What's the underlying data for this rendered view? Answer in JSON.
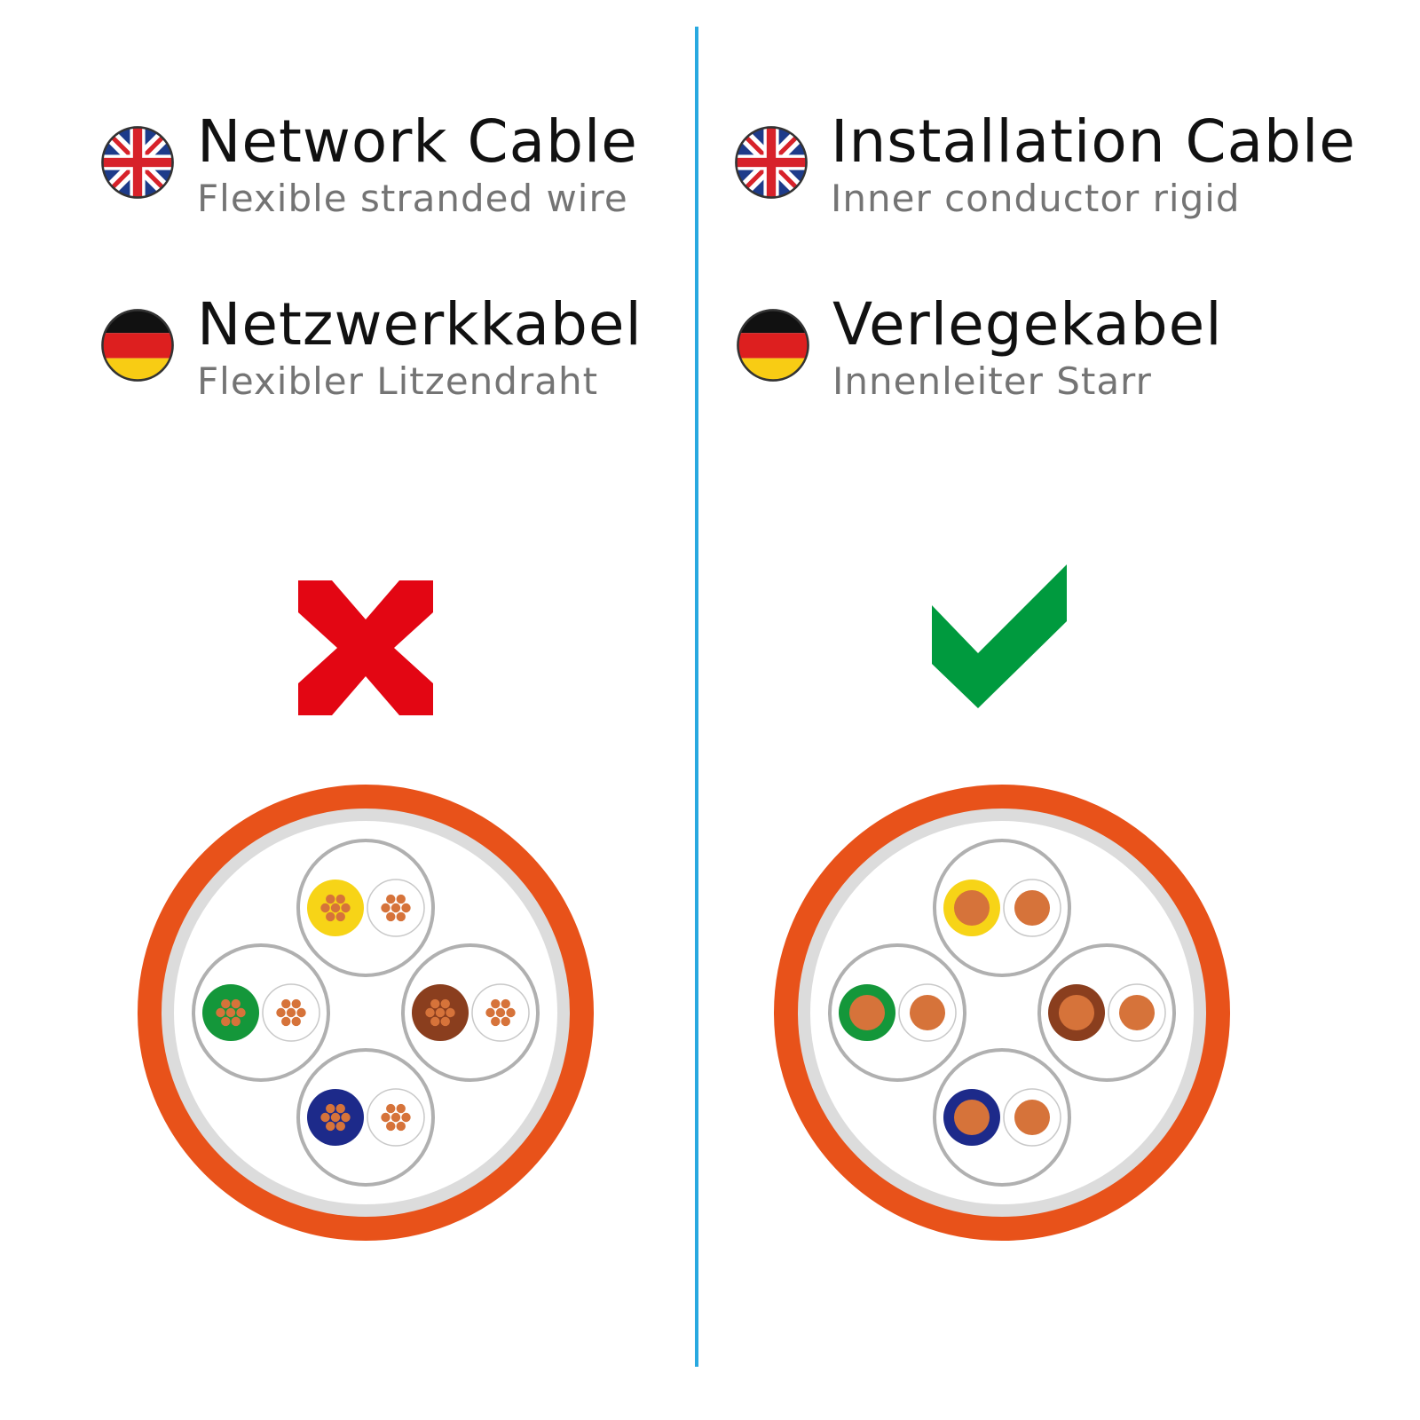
{
  "colors": {
    "divider": "#29a9e0",
    "cross": "#e30613",
    "check": "#009a3e",
    "jacket": "#e8521a",
    "shield": "#dcdcdc",
    "copper": "#d6733a",
    "pair_outline": "#b0b0b0",
    "wire_yellow": "#f7d417",
    "wire_green": "#14973a",
    "wire_brown": "#8a3e1e",
    "wire_blue": "#1d2a8a"
  },
  "left": {
    "en_title": "Network Cable",
    "en_subtitle": "Flexible stranded wire",
    "de_title": "Netzwerkkabel",
    "de_subtitle": "Flexibler Litzendraht",
    "verdict_icon": "cross-icon",
    "conductor": "stranded"
  },
  "right": {
    "en_title": "Installation Cable",
    "en_subtitle": "Inner conductor rigid",
    "de_title": "Verlegekabel",
    "de_subtitle": "Innenleiter Starr",
    "verdict_icon": "checkmark-icon",
    "conductor": "solid"
  },
  "flags": {
    "en": "uk-flag-icon",
    "de": "germany-flag-icon"
  }
}
